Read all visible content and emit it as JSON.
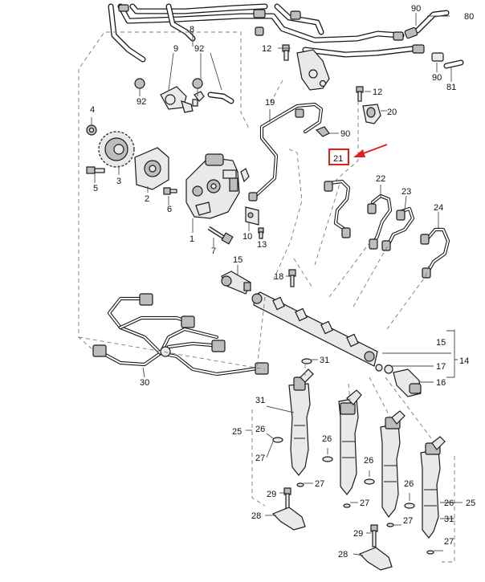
{
  "colors": {
    "highlight": "#e0201e",
    "line": "#1a1a1a",
    "part_fill": "#e9e9e9"
  },
  "labels": {
    "l90a": "90",
    "l80": "80",
    "l8": "8",
    "l9": "9",
    "l92a": "92",
    "l12a": "12",
    "l92b": "92",
    "l90b": "90",
    "l81": "81",
    "l12b": "12",
    "l20": "20",
    "l4": "4",
    "l19": "19",
    "l90c": "90",
    "l21": "21",
    "l3": "3",
    "l2": "2",
    "l5": "5",
    "l6": "6",
    "l22": "22",
    "l23": "23",
    "l24": "24",
    "l1": "1",
    "l10": "10",
    "l7": "7",
    "l13": "13",
    "l15a": "15",
    "l18": "18",
    "l30": "30",
    "l31a": "31",
    "l15b": "15",
    "l14": "14",
    "l17": "17",
    "l16": "16",
    "l31b": "31",
    "l25a": "25",
    "l26a": "26",
    "l27a": "27",
    "l26b": "26",
    "l26c": "26",
    "l29a": "29",
    "l27b": "27",
    "l26d": "26",
    "l28a": "28",
    "l27c": "27",
    "l25b": "25",
    "l31c": "31",
    "l29b": "29",
    "l27d": "27",
    "l28b": "28",
    "l27e": "27"
  }
}
